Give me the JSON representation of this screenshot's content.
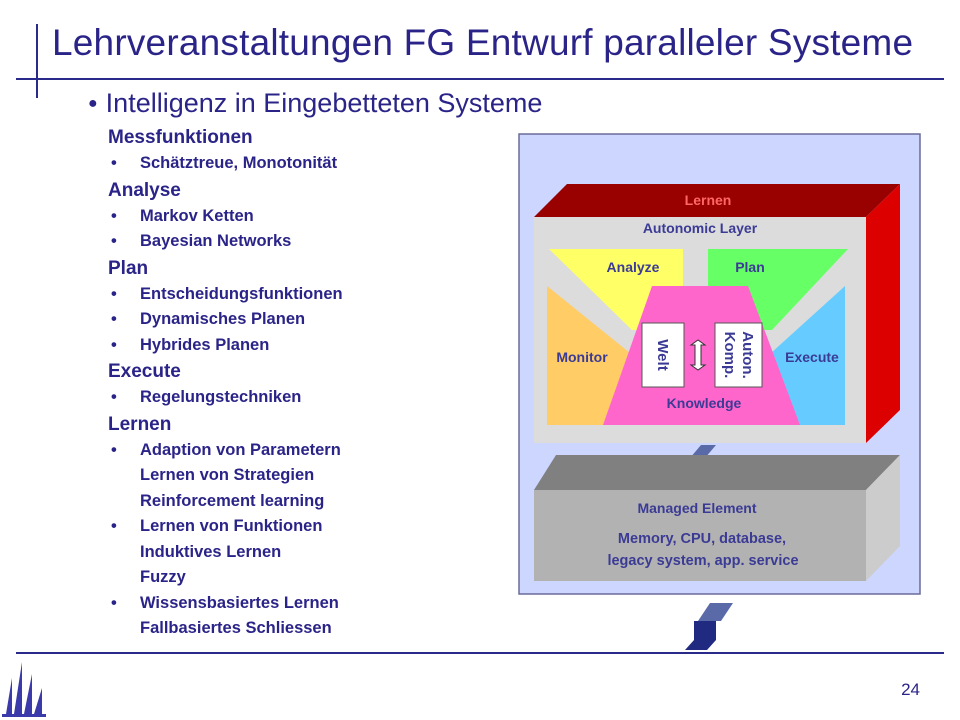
{
  "header": {
    "title": "Lehrveranstaltungen FG Entwurf paralleler Systeme",
    "subtitle": "Intelligenz in Eingebetteten Systeme"
  },
  "outline": [
    {
      "heading": "Messfunktionen",
      "items": [
        [
          "Schätztreue, Monotonität"
        ]
      ]
    },
    {
      "heading": "Analyse",
      "items": [
        [
          "Markov Ketten"
        ],
        [
          "Bayesian Networks"
        ]
      ]
    },
    {
      "heading": "Plan",
      "items": [
        [
          "Entscheidungsfunktionen"
        ],
        [
          "Dynamisches Planen"
        ],
        [
          "Hybrides Planen"
        ]
      ]
    },
    {
      "heading": "Execute",
      "items": [
        [
          "Regelungstechniken"
        ]
      ]
    },
    {
      "heading": "Lernen",
      "items": [
        [
          "Adaption von Parametern",
          "Lernen von Strategien",
          "Reinforcement learning"
        ],
        [
          "Lernen von Funktionen",
          "Induktives Lernen",
          "Fuzzy"
        ],
        [
          "Wissensbasiertes Lernen",
          "Fallbasiertes Schliessen"
        ]
      ]
    }
  ],
  "diagram": {
    "learn_label": "Lernen",
    "layer_label": "Autonomic Layer",
    "analyze_label": "Analyze",
    "plan_label": "Plan",
    "monitor_label": "Monitor",
    "execute_label": "Execute",
    "knowledge_label": "Knowledge",
    "welt_label": "Welt",
    "auton_label_1": "Auton.",
    "auton_label_2": "Komp.",
    "managed_title": "Managed Element",
    "managed_line1": "Memory, CPU, database,",
    "managed_line2": "legacy system, app. service",
    "colors": {
      "panel": "#ccd6ff",
      "learn_top": "#990000",
      "learn_side": "#dd0000",
      "layer": "#dcdcdc",
      "analyze": "#ffff66",
      "plan": "#66ff66",
      "monitor": "#ffcc66",
      "execute": "#66ccff",
      "knowledge": "#ff66cc",
      "managed_top": "#808080",
      "managed_front": "#b2b2b2",
      "managed_side": "#cccccc",
      "text": "#3b3b95"
    }
  },
  "footer": {
    "page_number": "24"
  }
}
